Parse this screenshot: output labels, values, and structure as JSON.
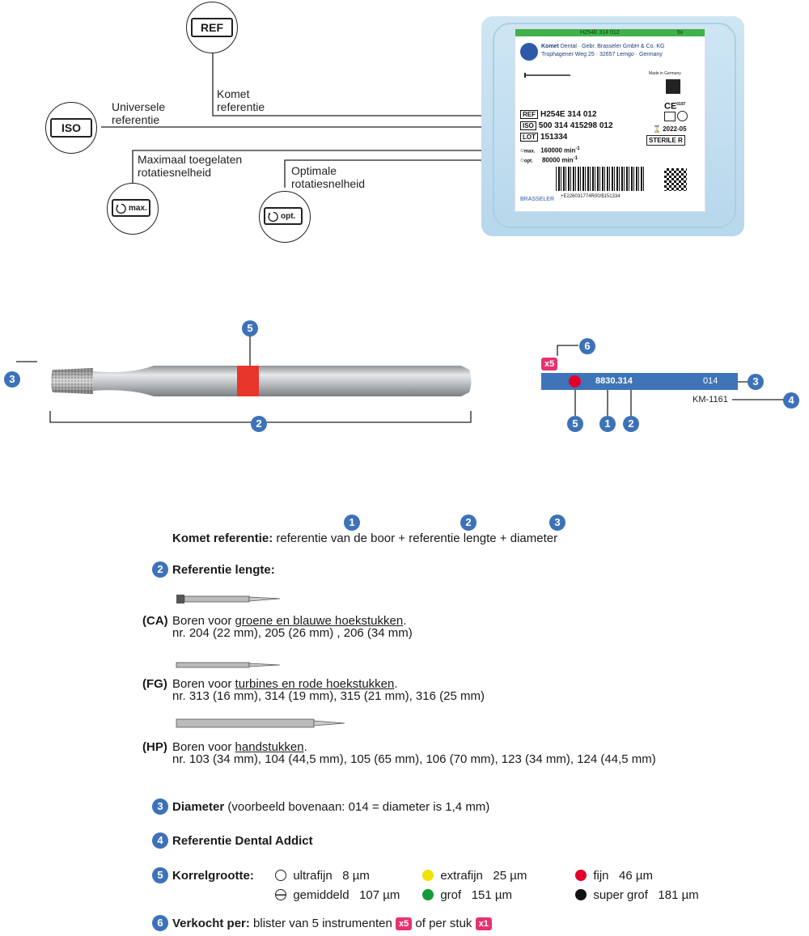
{
  "top": {
    "ref_box": "REF",
    "ref_label": "Komet\nreferentie",
    "iso_box": "ISO",
    "iso_label": "Universele\nreferentie",
    "max_label": "Maximaal toegelaten\nrotatiesnelheid",
    "max_icon_text": "max.",
    "opt_label": "Optimale\nrotatiesnelheid",
    "opt_icon_text": "opt."
  },
  "package": {
    "strip_code": "H254E 314 012",
    "strip_qty": "6x",
    "maker_bold": "Komet",
    "maker_line1": " Dental · Gebr. Brasseler GmbH & Co. KG",
    "maker_line2": "Trophagener Weg 25 · 32657 Lemgo · Germany",
    "made_in": "Made in Germany",
    "ref_tag": "REF",
    "ref_value": "H254E 314 012",
    "iso_tag": "ISO",
    "iso_value": "500 314 415298 012",
    "lot_tag": "LOT",
    "lot_value": "151334",
    "max_tag": "max.",
    "max_speed": "160000 min",
    "opt_tag": "opt.",
    "opt_speed": "80000 min",
    "speed_exp": "-1",
    "ce": "CE",
    "ce_num": "0197",
    "date": "2022-05",
    "sterile": "STERILE R",
    "brand": "BRASSELER",
    "barcode_text": "+E226031774R00/$151334"
  },
  "diagram": {
    "n1": "1",
    "n2": "2",
    "n3": "3",
    "n4": "4",
    "n5": "5",
    "n6": "6",
    "blister_badge": "x5",
    "label_code": "8830.314",
    "label_diameter": "014",
    "km_ref": "KM-1161"
  },
  "legend": {
    "n1": "1",
    "n2": "2",
    "n3": "3",
    "komet_title": "Komet referentie:",
    "komet_text": " referentie van de boor + referentie lengte + diameter",
    "lengte_title": "Referentie lengte:",
    "ca_code": "(CA)",
    "ca_pre": "Boren voor ",
    "ca_link": "groene en blauwe hoekstukken",
    "ca_post": ".",
    "ca_sizes": "nr. 204 (22 mm), 205 (26 mm) , 206 (34 mm)",
    "fg_code": "(FG)",
    "fg_pre": "Boren voor ",
    "fg_link": "turbines en rode hoekstukken",
    "fg_post": ".",
    "fg_sizes": "nr. 313 (16 mm), 314 (19 mm), 315 (21 mm), 316 (25 mm)",
    "hp_code": "(HP)",
    "hp_pre": "Boren voor ",
    "hp_link": "handstukken",
    "hp_post": ".",
    "hp_sizes": "nr. 103 (34 mm), 104 (44,5 mm), 105 (65 mm), 106 (70 mm), 123 (34 mm), 124 (44,5 mm)",
    "diam_title": "Diameter",
    "diam_text": " (voorbeeld bovenaan: 014 = diameter is 1,4 mm)",
    "da_title": "Referentie Dental Addict",
    "korrel_title": "Korrelgrootte:",
    "grits": [
      {
        "name": "ultrafijn",
        "size": "8 µm",
        "color": "#ffffff"
      },
      {
        "name": "extrafijn",
        "size": "25 µm",
        "color": "#f2e200"
      },
      {
        "name": "fijn",
        "size": "46 µm",
        "color": "#e2002b"
      },
      {
        "name": "gemiddeld",
        "size": "107 µm",
        "color": "#ffffff"
      },
      {
        "name": "grof",
        "size": "151 µm",
        "color": "#129c3a"
      },
      {
        "name": "super grof",
        "size": "181 µm",
        "color": "#111111"
      }
    ],
    "sold_title": "Verkocht per:",
    "sold_text": " blister van 5 instrumenten ",
    "sold_badge1": "x5",
    "sold_mid": " of per stuk ",
    "sold_badge2": "x1"
  },
  "colors": {
    "accent_blue": "#3d72b8",
    "badge_pink": "#e6336f",
    "ring_red": "#e8352b",
    "label_blue": "#3f74b9"
  }
}
